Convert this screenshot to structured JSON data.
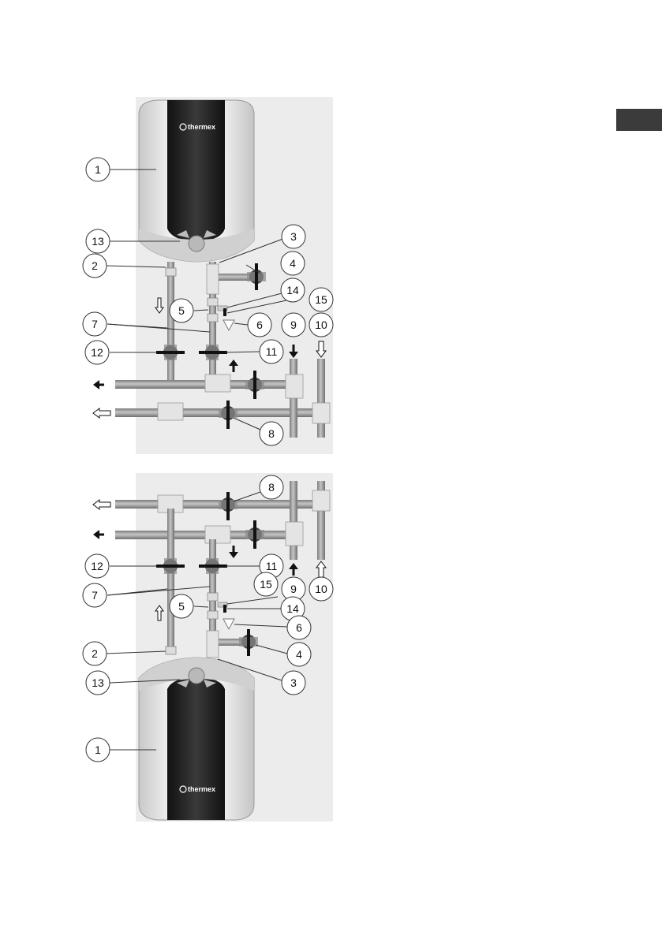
{
  "brand": "thermex",
  "colors": {
    "panel_bg": "#ececec",
    "pipe": "#9a9a9a",
    "fitting": "#dcdcdc",
    "heater_body": "#e6e6e6",
    "heater_front": "#262626",
    "tab": "#3b3b3b"
  },
  "callouts": {
    "n1": "1",
    "n2": "2",
    "n3": "3",
    "n4": "4",
    "n5": "5",
    "n6": "6",
    "n7": "7",
    "n8": "8",
    "n9": "9",
    "n10": "10",
    "n11": "11",
    "n12": "12",
    "n13": "13",
    "n14": "14",
    "n15": "15"
  },
  "arrows": {
    "cold_supply": "up-filled",
    "hot_supply": "down-filled",
    "hot_outlet": "left-filled",
    "cold_outlet": "left-hollow",
    "hot_flow": "down-hollow"
  }
}
